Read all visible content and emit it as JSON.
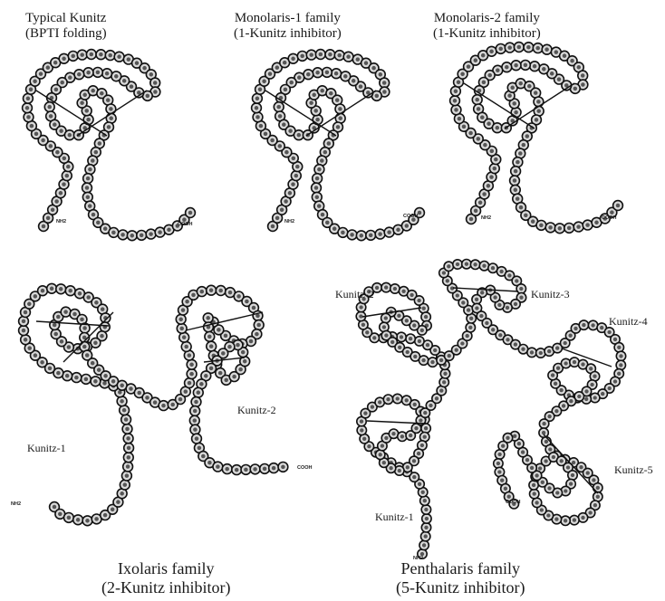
{
  "panels": [
    {
      "id": "typical",
      "title_1": "Typical Kunitz",
      "title_2": "(BPTI folding)"
    },
    {
      "id": "monolaris1",
      "title_1": "Monolaris-1 family",
      "title_2": "(1-Kunitz inhibitor)"
    },
    {
      "id": "monolaris2",
      "title_1": "Monolaris-2 family",
      "title_2": "(1-Kunitz inhibitor)"
    },
    {
      "id": "ixolaris",
      "title_1": "Ixolaris family",
      "title_2": "(2-Kunitz inhibitor)",
      "domains": [
        "Kunitz-1",
        "Kunitz-2"
      ]
    },
    {
      "id": "penthalaris",
      "title_1": "Penthalaris family",
      "title_2": "(5-Kunitz inhibitor)",
      "domains": [
        "Kunitz-1",
        "Kunitz-2",
        "Kunitz-3",
        "Kunitz-4",
        "Kunitz-5"
      ]
    }
  ],
  "terminus": {
    "n": "NH2",
    "c": "COOH"
  }
}
